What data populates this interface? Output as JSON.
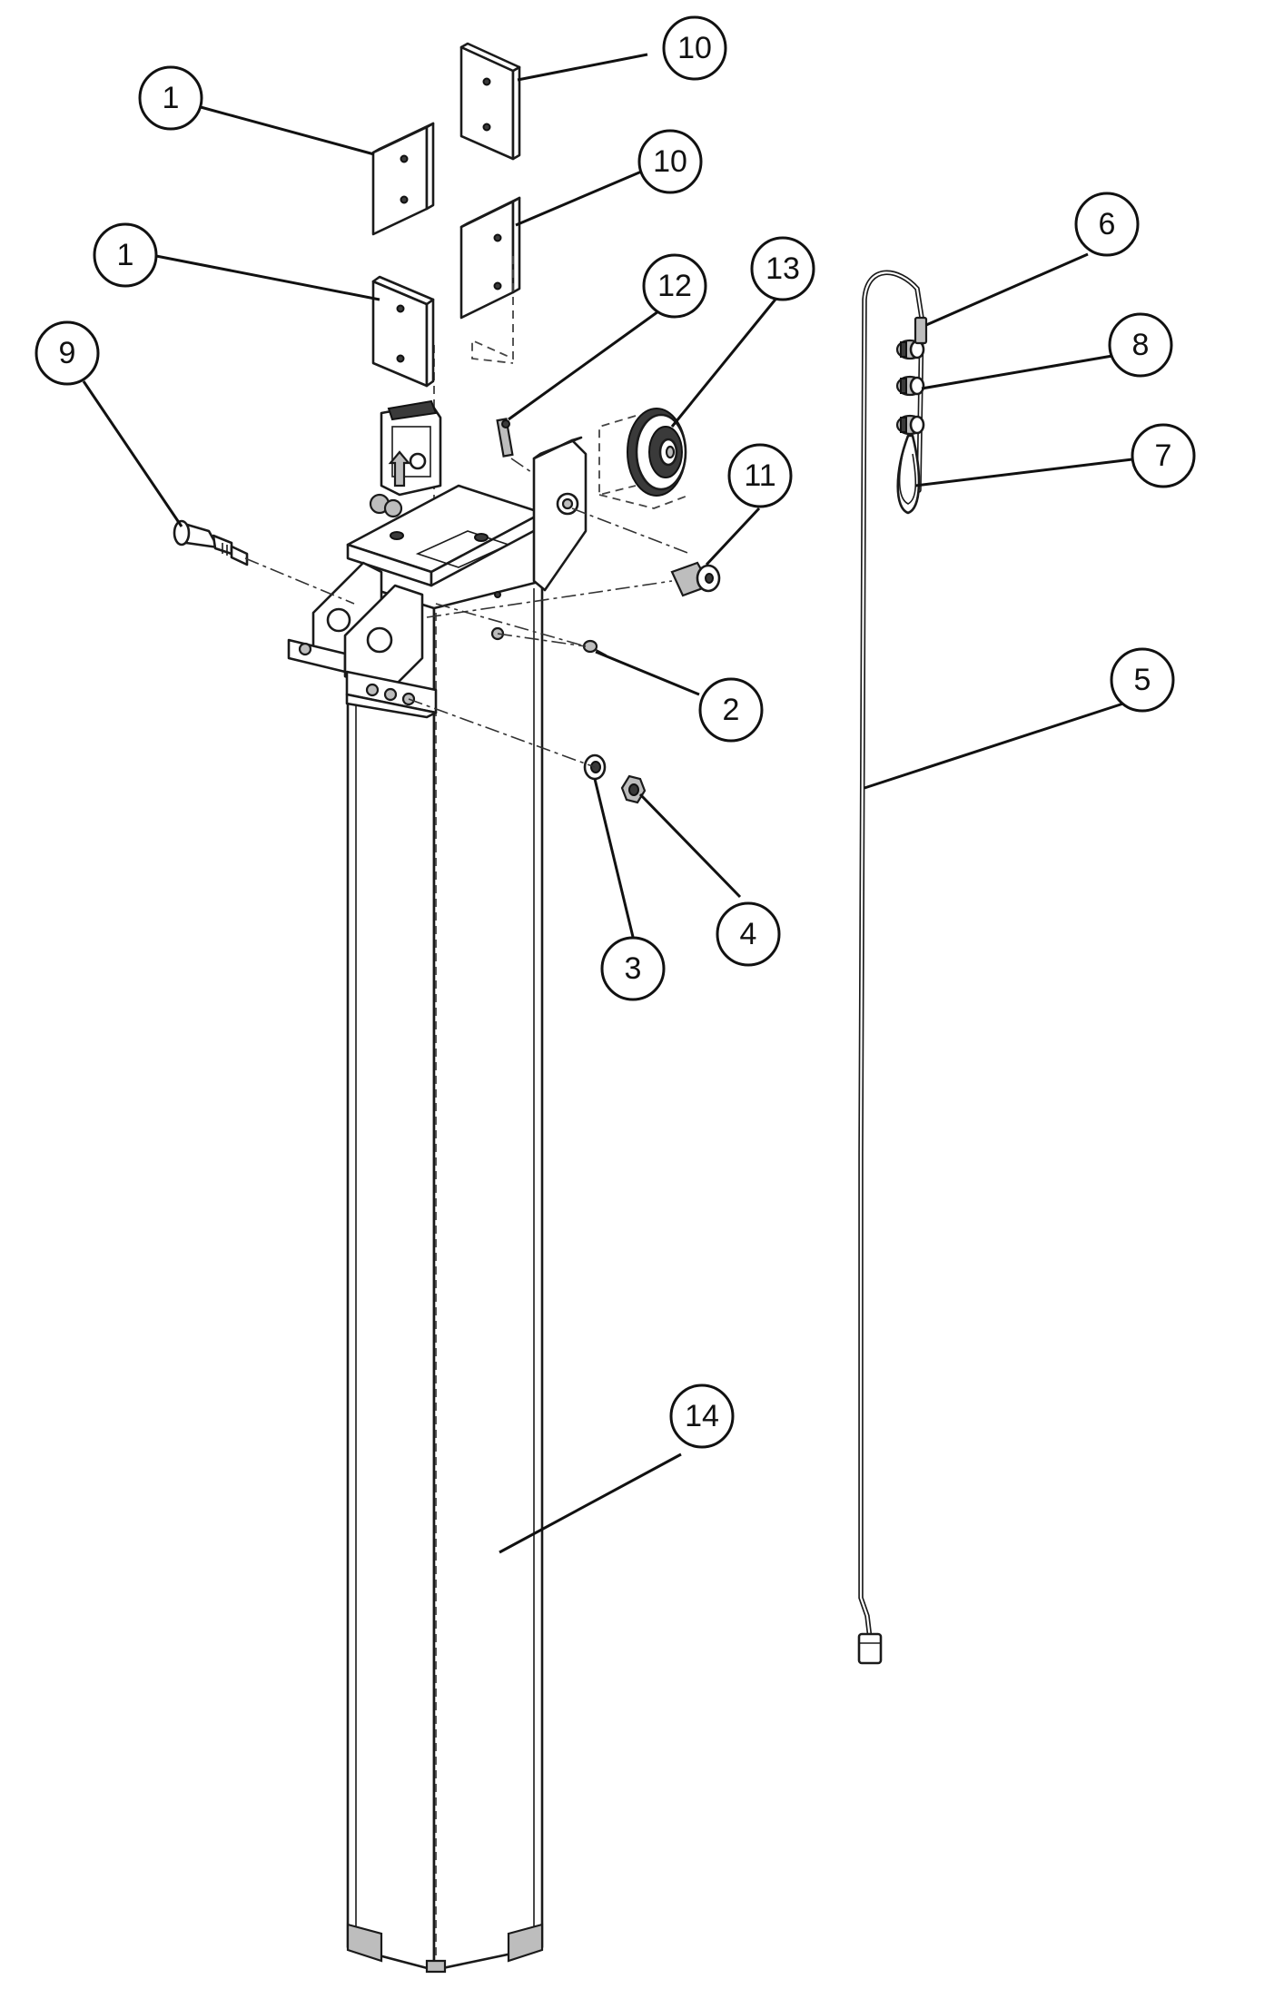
{
  "diagram": {
    "balloons": [
      {
        "id": "b1a",
        "label": "1"
      },
      {
        "id": "b1b",
        "label": "1"
      },
      {
        "id": "b10a",
        "label": "10"
      },
      {
        "id": "b10b",
        "label": "10"
      },
      {
        "id": "b9",
        "label": "9"
      },
      {
        "id": "b12",
        "label": "12"
      },
      {
        "id": "b13",
        "label": "13"
      },
      {
        "id": "b11",
        "label": "11"
      },
      {
        "id": "b2",
        "label": "2"
      },
      {
        "id": "b3",
        "label": "3"
      },
      {
        "id": "b4",
        "label": "4"
      },
      {
        "id": "b6",
        "label": "6"
      },
      {
        "id": "b8",
        "label": "8"
      },
      {
        "id": "b7",
        "label": "7"
      },
      {
        "id": "b5",
        "label": "5"
      },
      {
        "id": "b14",
        "label": "14"
      }
    ]
  }
}
